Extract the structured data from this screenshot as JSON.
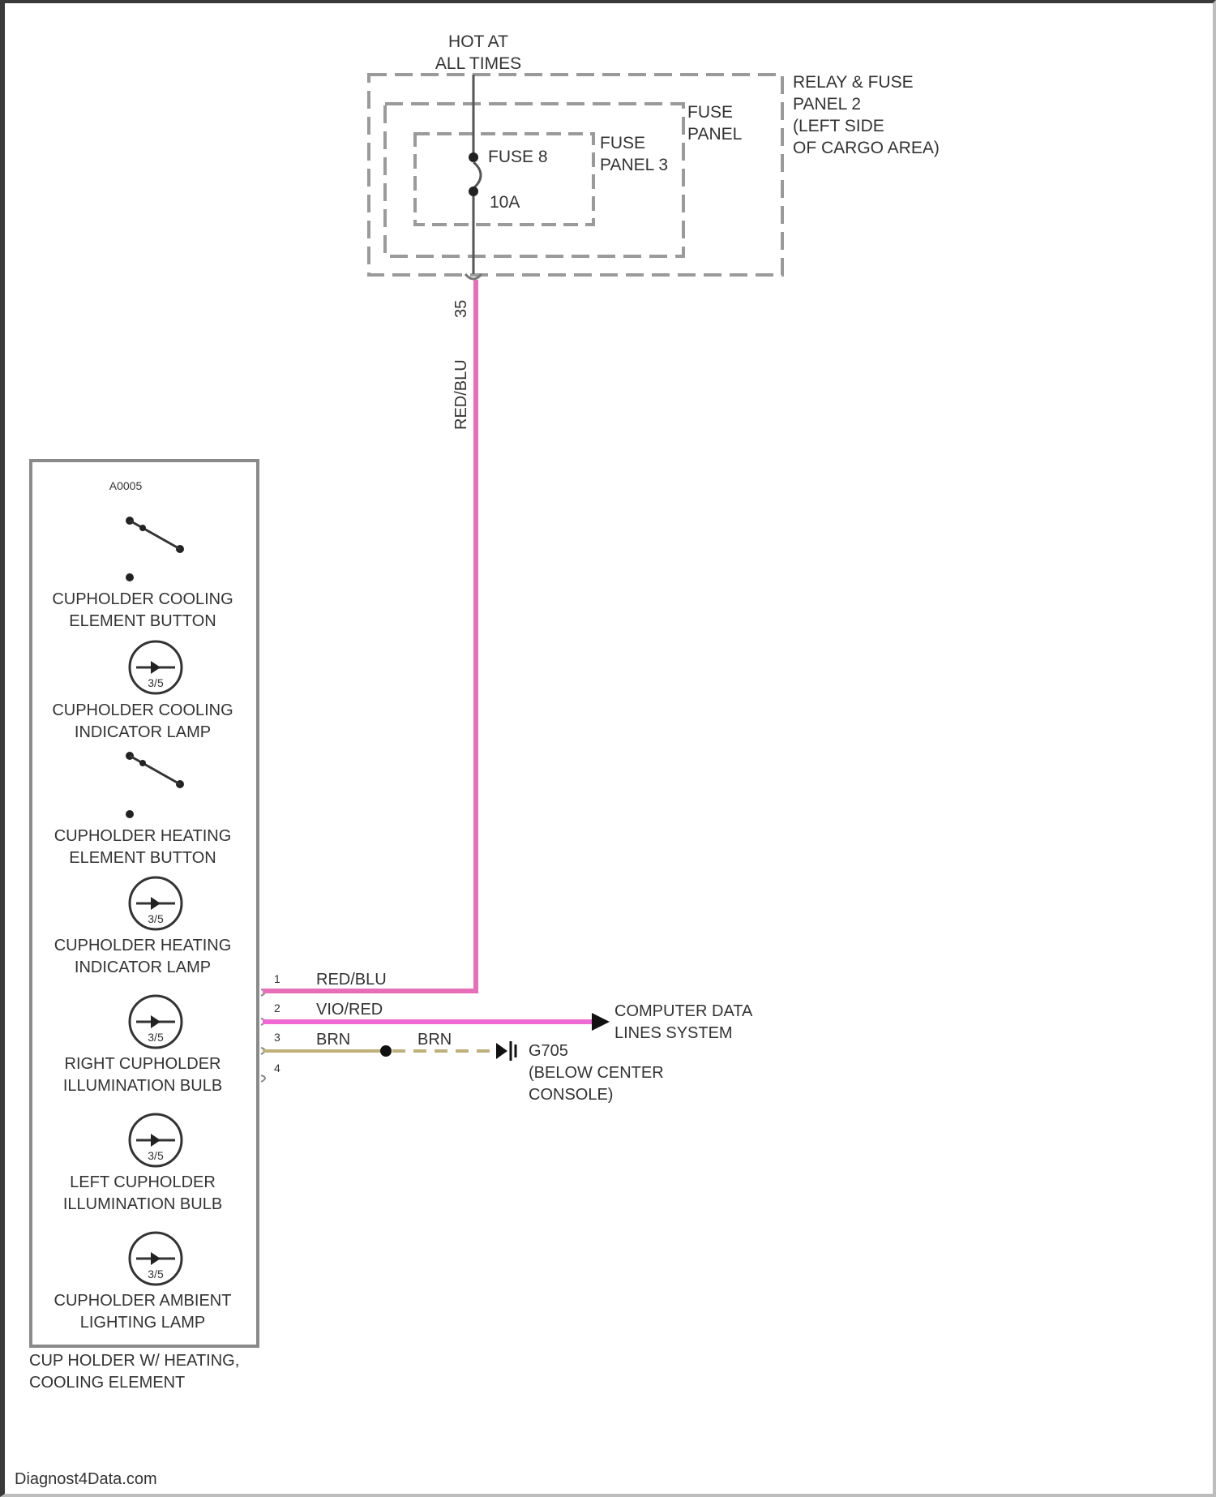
{
  "power": {
    "line1": "HOT AT",
    "line2": "ALL TIMES"
  },
  "panels": {
    "outer": {
      "line1": "RELAY & FUSE",
      "line2": "PANEL 2",
      "line3": "(LEFT SIDE",
      "line4": "OF CARGO AREA)"
    },
    "middle": {
      "line1": "FUSE",
      "line2": "PANEL"
    },
    "inner": {
      "line1": "FUSE",
      "line2": "PANEL 3"
    }
  },
  "fuse": {
    "name": "FUSE 8",
    "rating": "10A"
  },
  "terminal_label": "35",
  "wire_vertical": "RED/BLU",
  "module": {
    "top_label": "A0005",
    "components": [
      {
        "line1": "CUPHOLDER COOLING",
        "line2": "ELEMENT BUTTON"
      },
      {
        "line1": "CUPHOLDER COOLING",
        "line2": "INDICATOR LAMP"
      },
      {
        "line1": "CUPHOLDER HEATING",
        "line2": "ELEMENT BUTTON"
      },
      {
        "line1": "CUPHOLDER HEATING",
        "line2": "INDICATOR LAMP"
      },
      {
        "line1": "RIGHT CUPHOLDER",
        "line2": "ILLUMINATION BULB"
      },
      {
        "line1": "LEFT CUPHOLDER",
        "line2": "ILLUMINATION BULB"
      },
      {
        "line1": "CUPHOLDER AMBIENT",
        "line2": "LIGHTING LAMP"
      }
    ],
    "bulb_label": "3/5",
    "caption_line1": "CUP HOLDER W/ HEATING,",
    "caption_line2": "COOLING ELEMENT"
  },
  "pins": [
    "1",
    "2",
    "3",
    "4"
  ],
  "wires": [
    {
      "pin": "1",
      "label": "RED/BLU",
      "color": "#e76fb8"
    },
    {
      "pin": "2",
      "label": "VIO/RED",
      "color": "#ee6ad2"
    },
    {
      "pin": "3",
      "label": "BRN",
      "color": "#bfb07a"
    }
  ],
  "brn_right_label": "BRN",
  "computer": {
    "line1": "COMPUTER DATA",
    "line2": "LINES SYSTEM"
  },
  "ground": {
    "line1": "G705",
    "line2": "(BELOW CENTER",
    "line3": "CONSOLE)"
  },
  "watermark": "Diagnost4Data.com"
}
